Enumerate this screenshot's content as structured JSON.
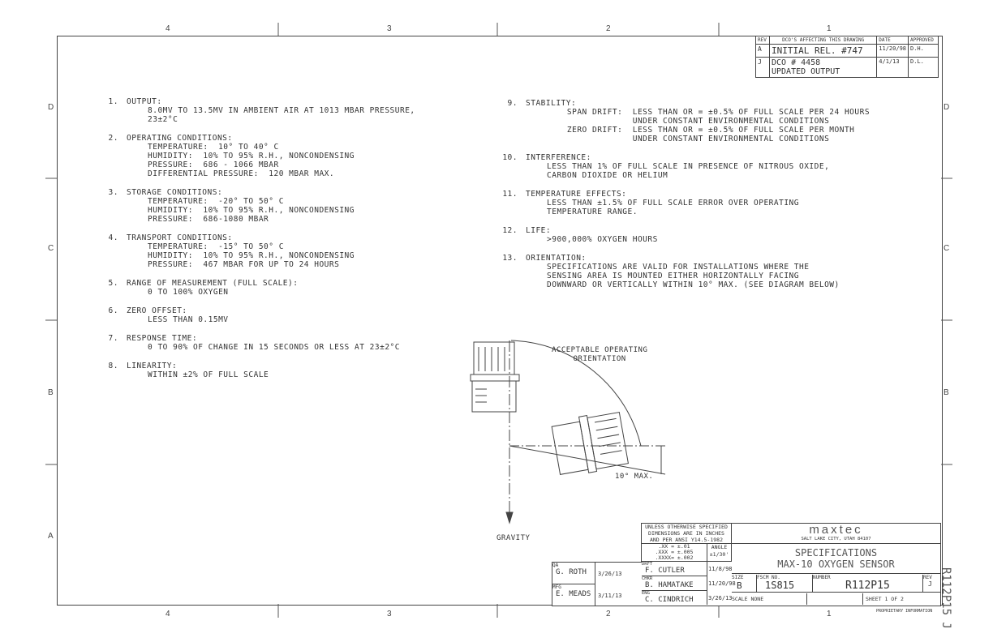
{
  "zones": {
    "columns": [
      "4",
      "3",
      "2",
      "1"
    ],
    "rows": [
      "D",
      "C",
      "B",
      "A"
    ]
  },
  "revision_block": {
    "headers": [
      "REV",
      "DCO'S AFFECTING THIS DRAWING",
      "DATE",
      "APPROVED"
    ],
    "rows": [
      {
        "rev": "A",
        "description": "INITIAL REL. #747",
        "date": "11/20/98",
        "approved": "D.H."
      },
      {
        "rev": "J",
        "description": "DCO # 4458",
        "description2": "UPDATED OUTPUT",
        "date": "4/1/13",
        "approved": "D.L."
      }
    ]
  },
  "notes_left": [
    {
      "n": "1.",
      "title": "OUTPUT:",
      "lines": [
        "8.0mV TO 13.5mV IN AMBIENT AIR AT 1013 mbar PRESSURE,",
        "23±2°C"
      ]
    },
    {
      "n": "2.",
      "title": "OPERATING CONDITIONS:",
      "lines": [
        "TEMPERATURE:  10° TO 40° C",
        "HUMIDITY:  10% TO 95% R.H., NONCONDENSING",
        "PRESSURE:  686 - 1066 mbar",
        "DIFFERENTIAL PRESSURE:  120 mbar MAX."
      ]
    },
    {
      "n": "3.",
      "title": "STORAGE CONDITIONS:",
      "lines": [
        "TEMPERATURE:  -20° TO 50° C",
        "HUMIDITY:  10% TO 95% R.H., NONCONDENSING",
        "PRESSURE:  686-1080 mbar"
      ]
    },
    {
      "n": "4.",
      "title": "TRANSPORT CONDITIONS:",
      "lines": [
        "TEMPERATURE:  -15° TO 50° C",
        "HUMIDITY:  10% TO 95% R.H., NONCONDENSING",
        "PRESSURE:  467 mbar FOR UP TO 24 HOURS"
      ]
    },
    {
      "n": "5.",
      "title": "RANGE OF MEASUREMENT (FULL SCALE):",
      "lines": [
        "0 TO 100% OXYGEN"
      ]
    },
    {
      "n": "6.",
      "title": "ZERO OFFSET:",
      "lines": [
        "LESS THAN 0.15mV"
      ]
    },
    {
      "n": "7.",
      "title": "RESPONSE TIME:",
      "lines": [
        "0 TO 90% OF CHANGE IN 15 SECONDS OR LESS AT 23±2°C"
      ]
    },
    {
      "n": "8.",
      "title": "LINEARITY:",
      "lines": [
        "WITHIN ±2% OF FULL SCALE"
      ]
    }
  ],
  "notes_right": [
    {
      "n": "9.",
      "title": "STABILITY:",
      "lines": [
        "    SPAN DRIFT:  LESS THAN OR = ±0.5% OF FULL SCALE PER 24 HOURS",
        "                 UNDER CONSTANT ENVIRONMENTAL CONDITIONS",
        "    ZERO DRIFT:  LESS THAN OR = ±0.5% OF FULL SCALE PER MONTH",
        "                 UNDER CONSTANT ENVIRONMENTAL CONDITIONS"
      ]
    },
    {
      "n": "10.",
      "title": "INTERFERENCE:",
      "lines": [
        "LESS THAN 1% OF FULL SCALE IN PRESENCE OF NITROUS OXIDE,",
        "CARBON DIOXIDE OR HELIUM"
      ]
    },
    {
      "n": "11.",
      "title": "TEMPERATURE EFFECTS:",
      "lines": [
        "LESS THAN ±1.5% OF FULL SCALE ERROR OVER OPERATING",
        "TEMPERATURE RANGE."
      ]
    },
    {
      "n": "12.",
      "title": "LIFE:",
      "lines": [
        ">900,000% OXYGEN HOURS"
      ]
    },
    {
      "n": "13.",
      "title": "ORIENTATION:",
      "lines": [
        "SPECIFICATIONS ARE VALID FOR INSTALLATIONS WHERE THE",
        "SENSING AREA IS MOUNTED EITHER HORIZONTALLY FACING",
        "DOWNWARD OR VERTICALLY WITHIN 10° MAX. (SEE DIAGRAM BELOW)"
      ]
    }
  ],
  "diagram": {
    "orientation_label_1": "ACCEPTABLE OPERATING",
    "orientation_label_2": "ORIENTATION",
    "angle_label": "10° MAX.",
    "gravity_label": "GRAVITY"
  },
  "title_block": {
    "tolerance_note": [
      "UNLESS OTHERWISE SPECIFIED",
      "DIMENSIONS ARE IN INCHES",
      "AND PER ANSI Y14.5-1982"
    ],
    "tolerances": [
      ".XX = ±.01",
      ".XXX = ±.005",
      ".XXXX= ±.002"
    ],
    "angle_label": "ANGLE",
    "angle_value": "±1/30'",
    "company": "maxtec",
    "company_address": "SALT LAKE CITY, UTAH  84107",
    "title_1": "SPECIFICATIONS",
    "title_2": "MAX-10 OXYGEN SENSOR",
    "signoffs": [
      {
        "label": "QA",
        "name": "G. ROTH",
        "date": "3/26/13"
      },
      {
        "label": "MFG",
        "name": "E. MEADS",
        "date": "3/11/13"
      }
    ],
    "approvals": [
      {
        "label": "DRFT",
        "name": "F. CUTLER",
        "date": "11/8/98"
      },
      {
        "label": "CHKR",
        "name": "B. HAMATAKE",
        "date": "11/20/98"
      },
      {
        "label": "ENG",
        "name": "C. CINDRICH",
        "date": "3/26/13"
      }
    ],
    "size_label": "SIZE",
    "size": "B",
    "fscm_label": "FSCM NO.",
    "fscm": "1S815",
    "number_label": "NUMBER",
    "number": "R112P15",
    "rev_label": "REV",
    "rev": "J",
    "scale": "SCALE  NONE",
    "sheet": "SHEET  1 OF 2",
    "proprietary": "PROPRIETARY INFORMATION",
    "side_number": "R112P15 J"
  }
}
